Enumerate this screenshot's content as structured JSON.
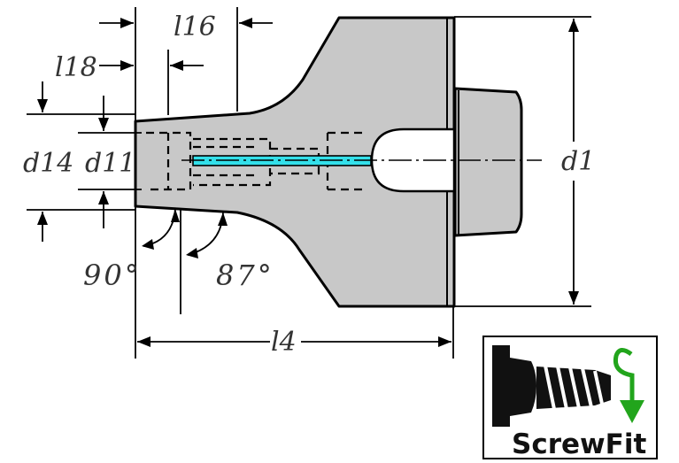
{
  "dimensions": {
    "l16": "l16",
    "l18": "l18",
    "d14": "d14",
    "d11": "d11",
    "d1": "d1",
    "l4": "l4",
    "angle_90": "90°",
    "angle_87": "87°"
  },
  "logo": {
    "text": "ScrewFit"
  },
  "colors": {
    "body": "#c8c8c8",
    "coolant": "#33e0ea",
    "arrow_green": "#22a51c"
  }
}
